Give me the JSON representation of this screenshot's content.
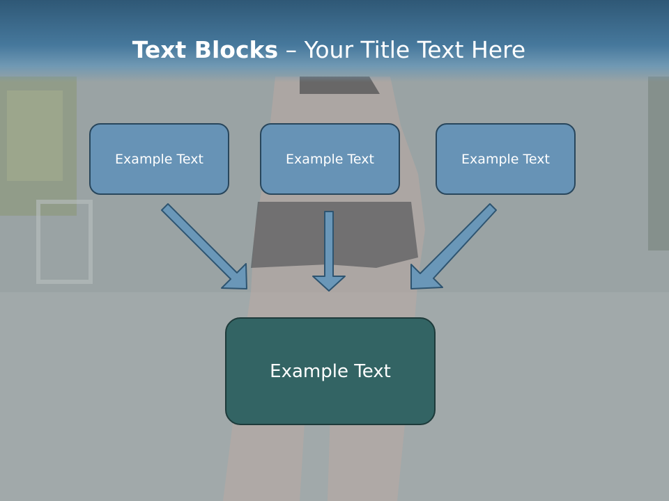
{
  "slide": {
    "title_bold": "Text Blocks",
    "title_dash": " – ",
    "title_rest": "Your Title Text Here"
  },
  "blocks": {
    "top_left": "Example Text",
    "top_center": "Example Text",
    "top_right": "Example Text",
    "bottom_main": "Example Text"
  },
  "colors": {
    "title_band": "#3a6688",
    "block_fill": "#6793b6",
    "main_block_fill": "#336464",
    "arrow_fill": "#6a97b8",
    "arrow_stroke": "#2e5470"
  },
  "icons": [
    "arrow-down-right-icon",
    "arrow-down-icon",
    "arrow-down-left-icon"
  ]
}
